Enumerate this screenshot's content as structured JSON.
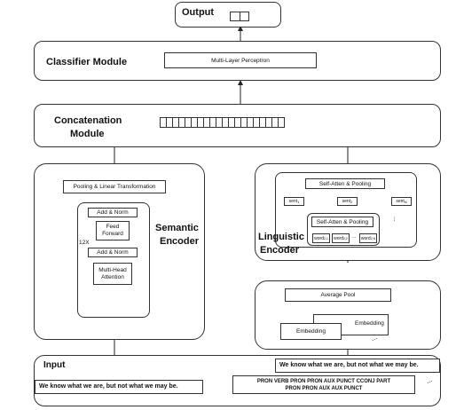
{
  "output": {
    "title": "Output"
  },
  "classifier": {
    "title": "Classifier Module",
    "mlp": "Multi-Layer Perceptron"
  },
  "concat": {
    "title_line1": "Concatenation",
    "title_line2": "Module",
    "cells": 20
  },
  "semantic": {
    "title_line1": "Semantic",
    "title_line2": "Encoder",
    "pooling": "Pooling & Linear Transformation",
    "add_norm_top": "Add & Norm",
    "feed_forward_line1": "Feed",
    "feed_forward_line2": "Forward",
    "add_norm_bottom": "Add & Norm",
    "mha_line1": "Multi-Head",
    "mha_line2": "Attention",
    "repeat": "12X"
  },
  "linguistic": {
    "title_line1": "Linguistic",
    "title_line2": "Encoder",
    "self_atten_top": "Self-Atten & Pooling",
    "self_atten_inner": "Self-Atten & Pooling",
    "sent1": "sent",
    "sent1_sub": "1",
    "sent2": "sent",
    "sent2_sub": "2",
    "sentN": "sent",
    "sentN_sub": "N",
    "ellipsis": "...",
    "word1": "word",
    "word1_sub": "2,1",
    "word2": "word",
    "word2_sub": "2,2",
    "wordN": "word",
    "wordN_sub": "2,N"
  },
  "embedding": {
    "average_pool": "Average Pool",
    "front": "Embedding",
    "back": "Embedding"
  },
  "input": {
    "title": "Input",
    "semantic_sentence": "We know what we are, but not what we may be.",
    "ling_sentence": "We know what we are, but not what we may be.",
    "pos_line1": "PRON VERB PRON PRON AUX PUNCT CCONJ PART",
    "pos_line2": "PRON PRON AUX AUX PUNCT",
    "dots": "..."
  }
}
